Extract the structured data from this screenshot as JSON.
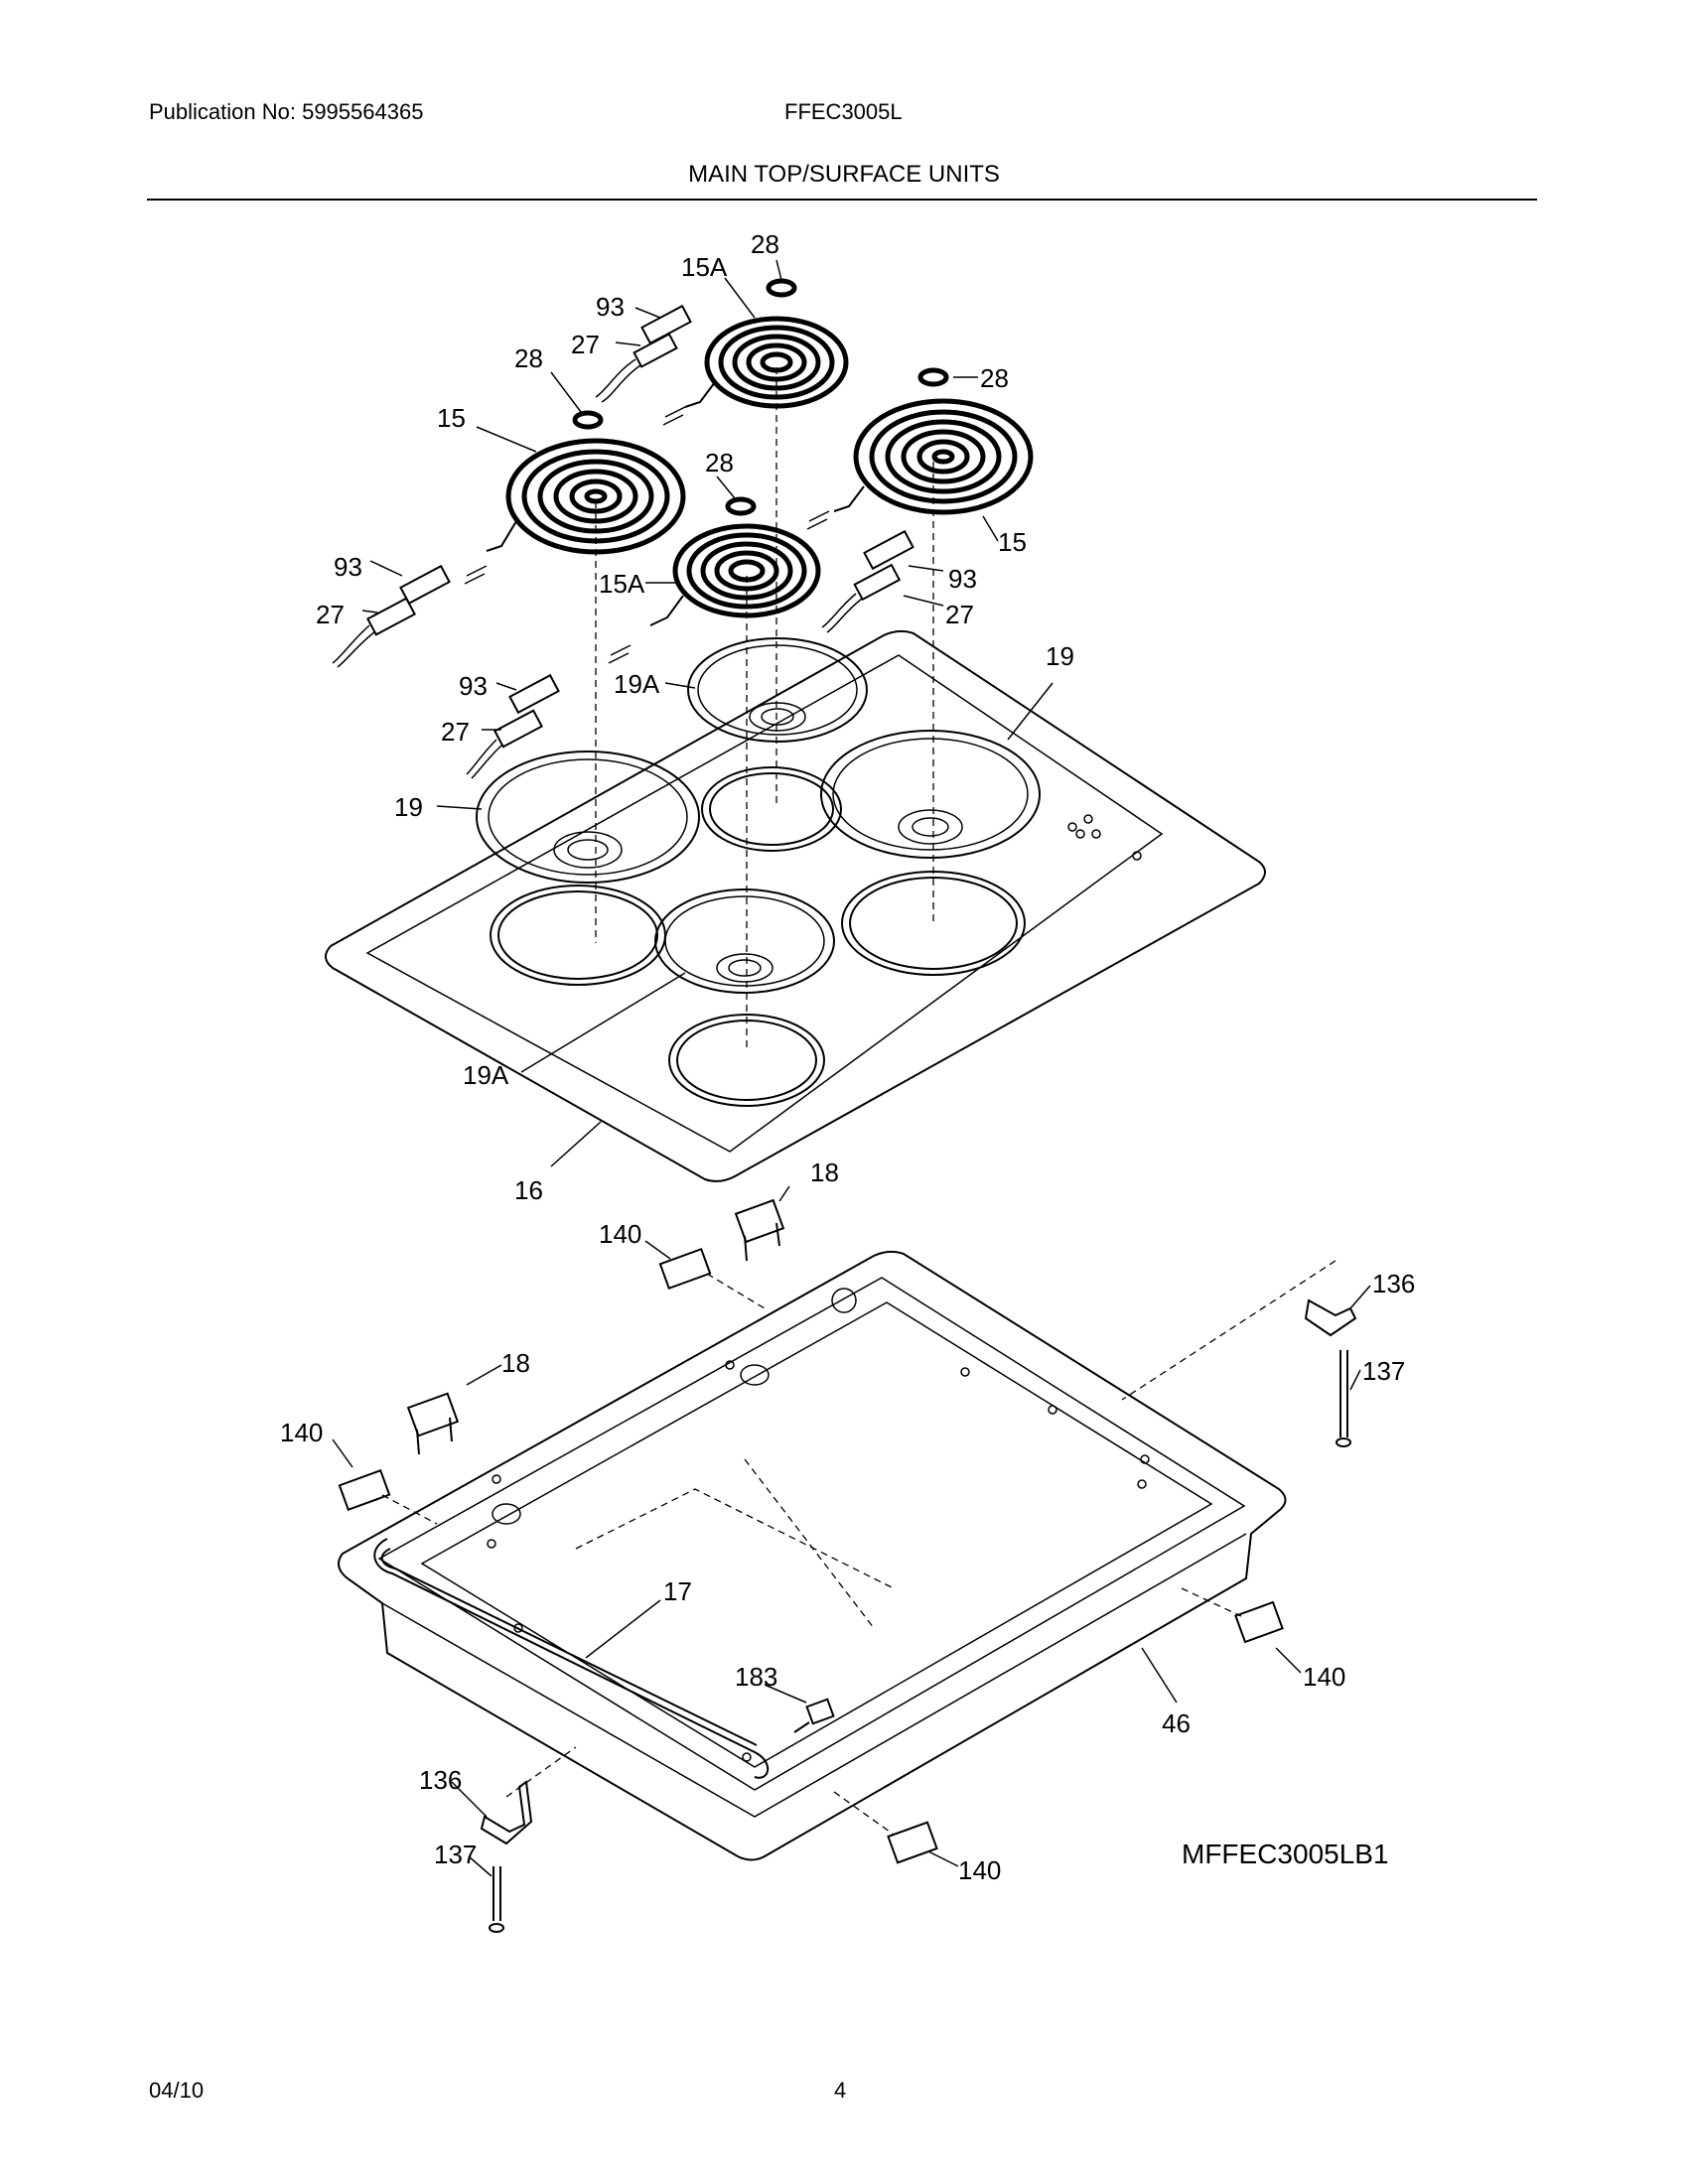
{
  "header": {
    "publication": "Publication No: 5995564365",
    "model": "FFEC3005L",
    "section_title": "MAIN TOP/SURFACE UNITS"
  },
  "footer": {
    "date": "04/10",
    "page_number": "4"
  },
  "diagram": {
    "drawing_code": "MFFEC3005LB1",
    "callouts": [
      {
        "id": "c-28a",
        "text": "28"
      },
      {
        "id": "c-15a-top",
        "text": "15A"
      },
      {
        "id": "c-93a",
        "text": "93"
      },
      {
        "id": "c-27a",
        "text": "27"
      },
      {
        "id": "c-28b",
        "text": "28"
      },
      {
        "id": "c-28c",
        "text": "28"
      },
      {
        "id": "c-15-left",
        "text": "15"
      },
      {
        "id": "c-28d",
        "text": "28"
      },
      {
        "id": "c-15-right",
        "text": "15"
      },
      {
        "id": "c-93b",
        "text": "93"
      },
      {
        "id": "c-27b",
        "text": "27"
      },
      {
        "id": "c-15a-mid",
        "text": "15A"
      },
      {
        "id": "c-93c",
        "text": "93"
      },
      {
        "id": "c-27c",
        "text": "27"
      },
      {
        "id": "c-93d",
        "text": "93"
      },
      {
        "id": "c-27d",
        "text": "27"
      },
      {
        "id": "c-19a-top",
        "text": "19A"
      },
      {
        "id": "c-19-right",
        "text": "19"
      },
      {
        "id": "c-19-left",
        "text": "19"
      },
      {
        "id": "c-19a-bottom",
        "text": "19A"
      },
      {
        "id": "c-16",
        "text": "16"
      },
      {
        "id": "c-18a",
        "text": "18"
      },
      {
        "id": "c-140a",
        "text": "140"
      },
      {
        "id": "c-136a",
        "text": "136"
      },
      {
        "id": "c-137a",
        "text": "137"
      },
      {
        "id": "c-18b",
        "text": "18"
      },
      {
        "id": "c-140b",
        "text": "140"
      },
      {
        "id": "c-17",
        "text": "17"
      },
      {
        "id": "c-183",
        "text": "183"
      },
      {
        "id": "c-140c",
        "text": "140"
      },
      {
        "id": "c-46",
        "text": "46"
      },
      {
        "id": "c-136b",
        "text": "136"
      },
      {
        "id": "c-137b",
        "text": "137"
      },
      {
        "id": "c-140d",
        "text": "140"
      }
    ]
  }
}
